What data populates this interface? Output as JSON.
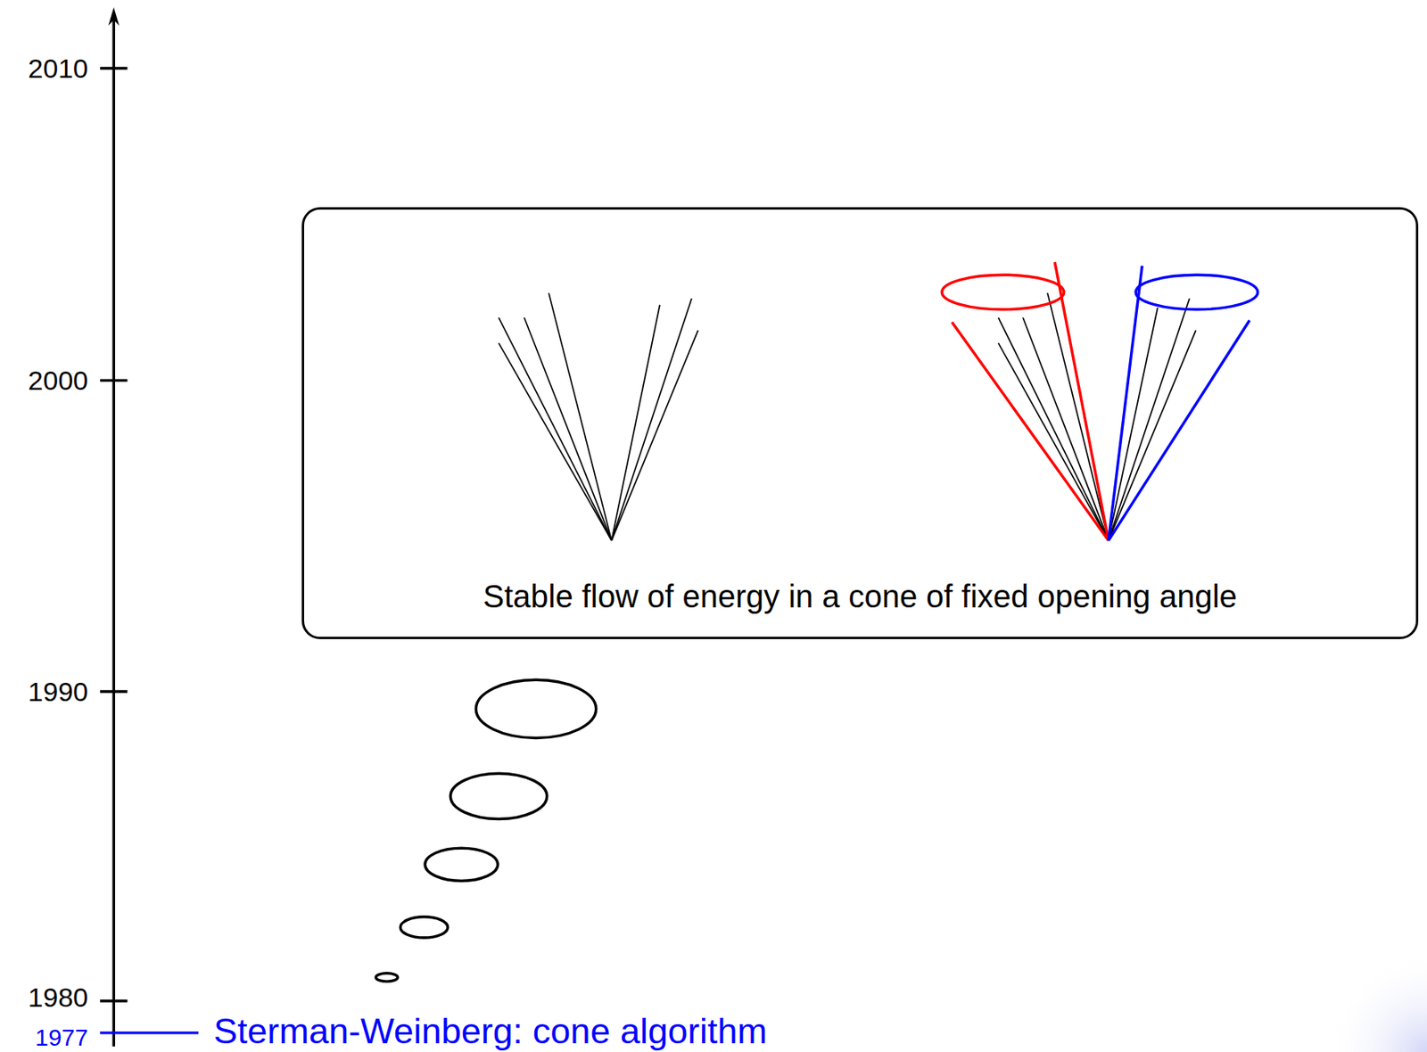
{
  "diagram": {
    "nodes": [
      {
        "text": [
          "Stable flow of energy in a cone of fixed opening angle"
        ]
      }
    ],
    "labels": [
      "2010",
      "2000",
      "1990",
      "1980",
      "1977",
      "Sterman-Weinberg: cone algorithm"
    ]
  }
}
